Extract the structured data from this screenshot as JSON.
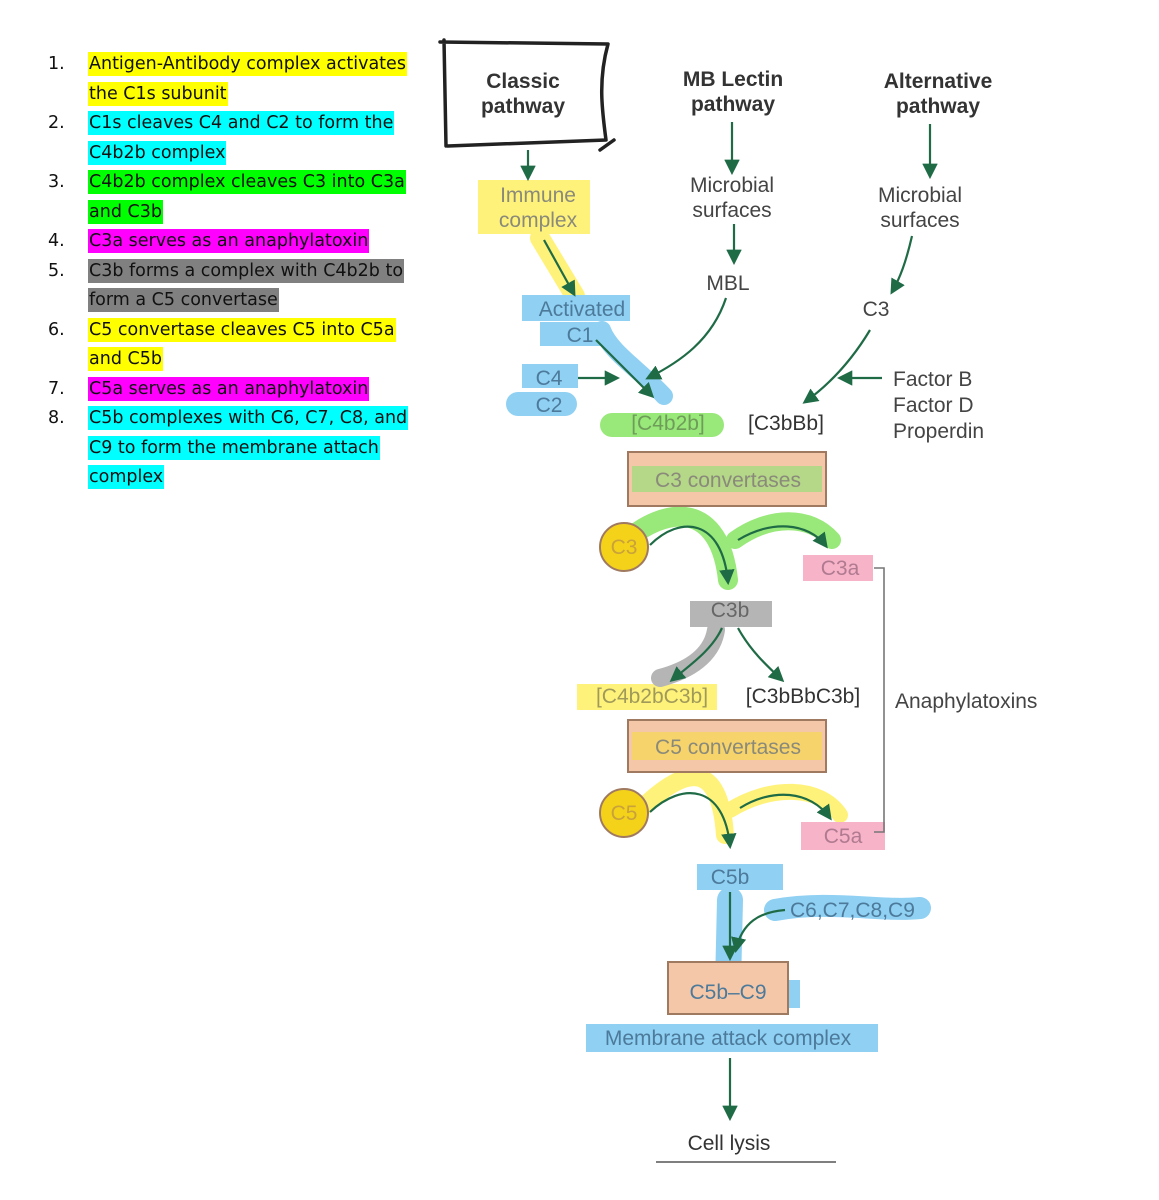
{
  "steps": [
    {
      "num": "1.",
      "text": "Antigen-Antibody complex activates the C1s subunit",
      "color": "#ffff00"
    },
    {
      "num": "2.",
      "text": "C1s cleaves C4 and C2 to form the C4b2b complex",
      "color": "#00ffff"
    },
    {
      "num": "3.",
      "text": "C4b2b complex cleaves C3 into C3a and C3b",
      "color": "#00ff00"
    },
    {
      "num": "4.",
      "text": "C3a serves as an anaphylatoxin",
      "color": "#ff00ff"
    },
    {
      "num": "5.",
      "text": "C3b forms a complex with C4b2b to form a C5 convertase",
      "color": "#808080"
    },
    {
      "num": "6.",
      "text": "C5 convertase cleaves C5 into C5a and C5b",
      "color": "#ffff00"
    },
    {
      "num": "7.",
      "text": "C5a serves as an anaphylatoxin",
      "color": "#ff00ff"
    },
    {
      "num": "8.",
      "text": "C5b complexes with C6, C7, C8, and C9 to form the membrane attach complex",
      "color": "#00ffff"
    }
  ],
  "pathways": {
    "classic": [
      "Classic",
      "pathway"
    ],
    "lectin": [
      "MB Lectin",
      "pathway"
    ],
    "alternative": [
      "Alternative",
      "pathway"
    ]
  },
  "nodes": {
    "immune_complex": [
      "Immune",
      "complex"
    ],
    "microbial_lectin": [
      "Microbial",
      "surfaces"
    ],
    "microbial_alt": [
      "Microbial",
      "surfaces"
    ],
    "mbl": "MBL",
    "activated_c1": [
      "Activated",
      "C1"
    ],
    "c4": "C4",
    "c2": "C2",
    "c3_alt": "C3",
    "factors": [
      "Factor B",
      "Factor D",
      "Properdin"
    ],
    "c4b2b": "[C4b2b]",
    "c3bbb": "[C3bBb]",
    "c3_convertases": "C3 convertases",
    "c3": "C3",
    "c3a": "C3a",
    "c3b": "C3b",
    "c4b2bc3b": "[C4b2bC3b]",
    "c3bbbc3b": "[C3bBbC3b]",
    "anaphylatoxins": "Anaphylatoxins",
    "c5_convertases": "C5 convertases",
    "c5": "C5",
    "c5a": "C5a",
    "c5b": "C5b",
    "c6_c9": "C6,C7,C8,C9",
    "c5b_c9": "C5b–C9",
    "mac": "Membrane attack complex",
    "cell_lysis": "Cell lysis"
  },
  "colors": {
    "arrow": "#1f6b46",
    "yellow_hl": "#fff27a",
    "blue_hl": "#8fd0f3",
    "green_hl": "#99e87a",
    "pink_hl": "#f7b3c8",
    "gray_hl": "#b5b5b5",
    "box_orange": "#f4c7a8",
    "box_border": "#a07a60",
    "circle": "#f5d21a"
  }
}
